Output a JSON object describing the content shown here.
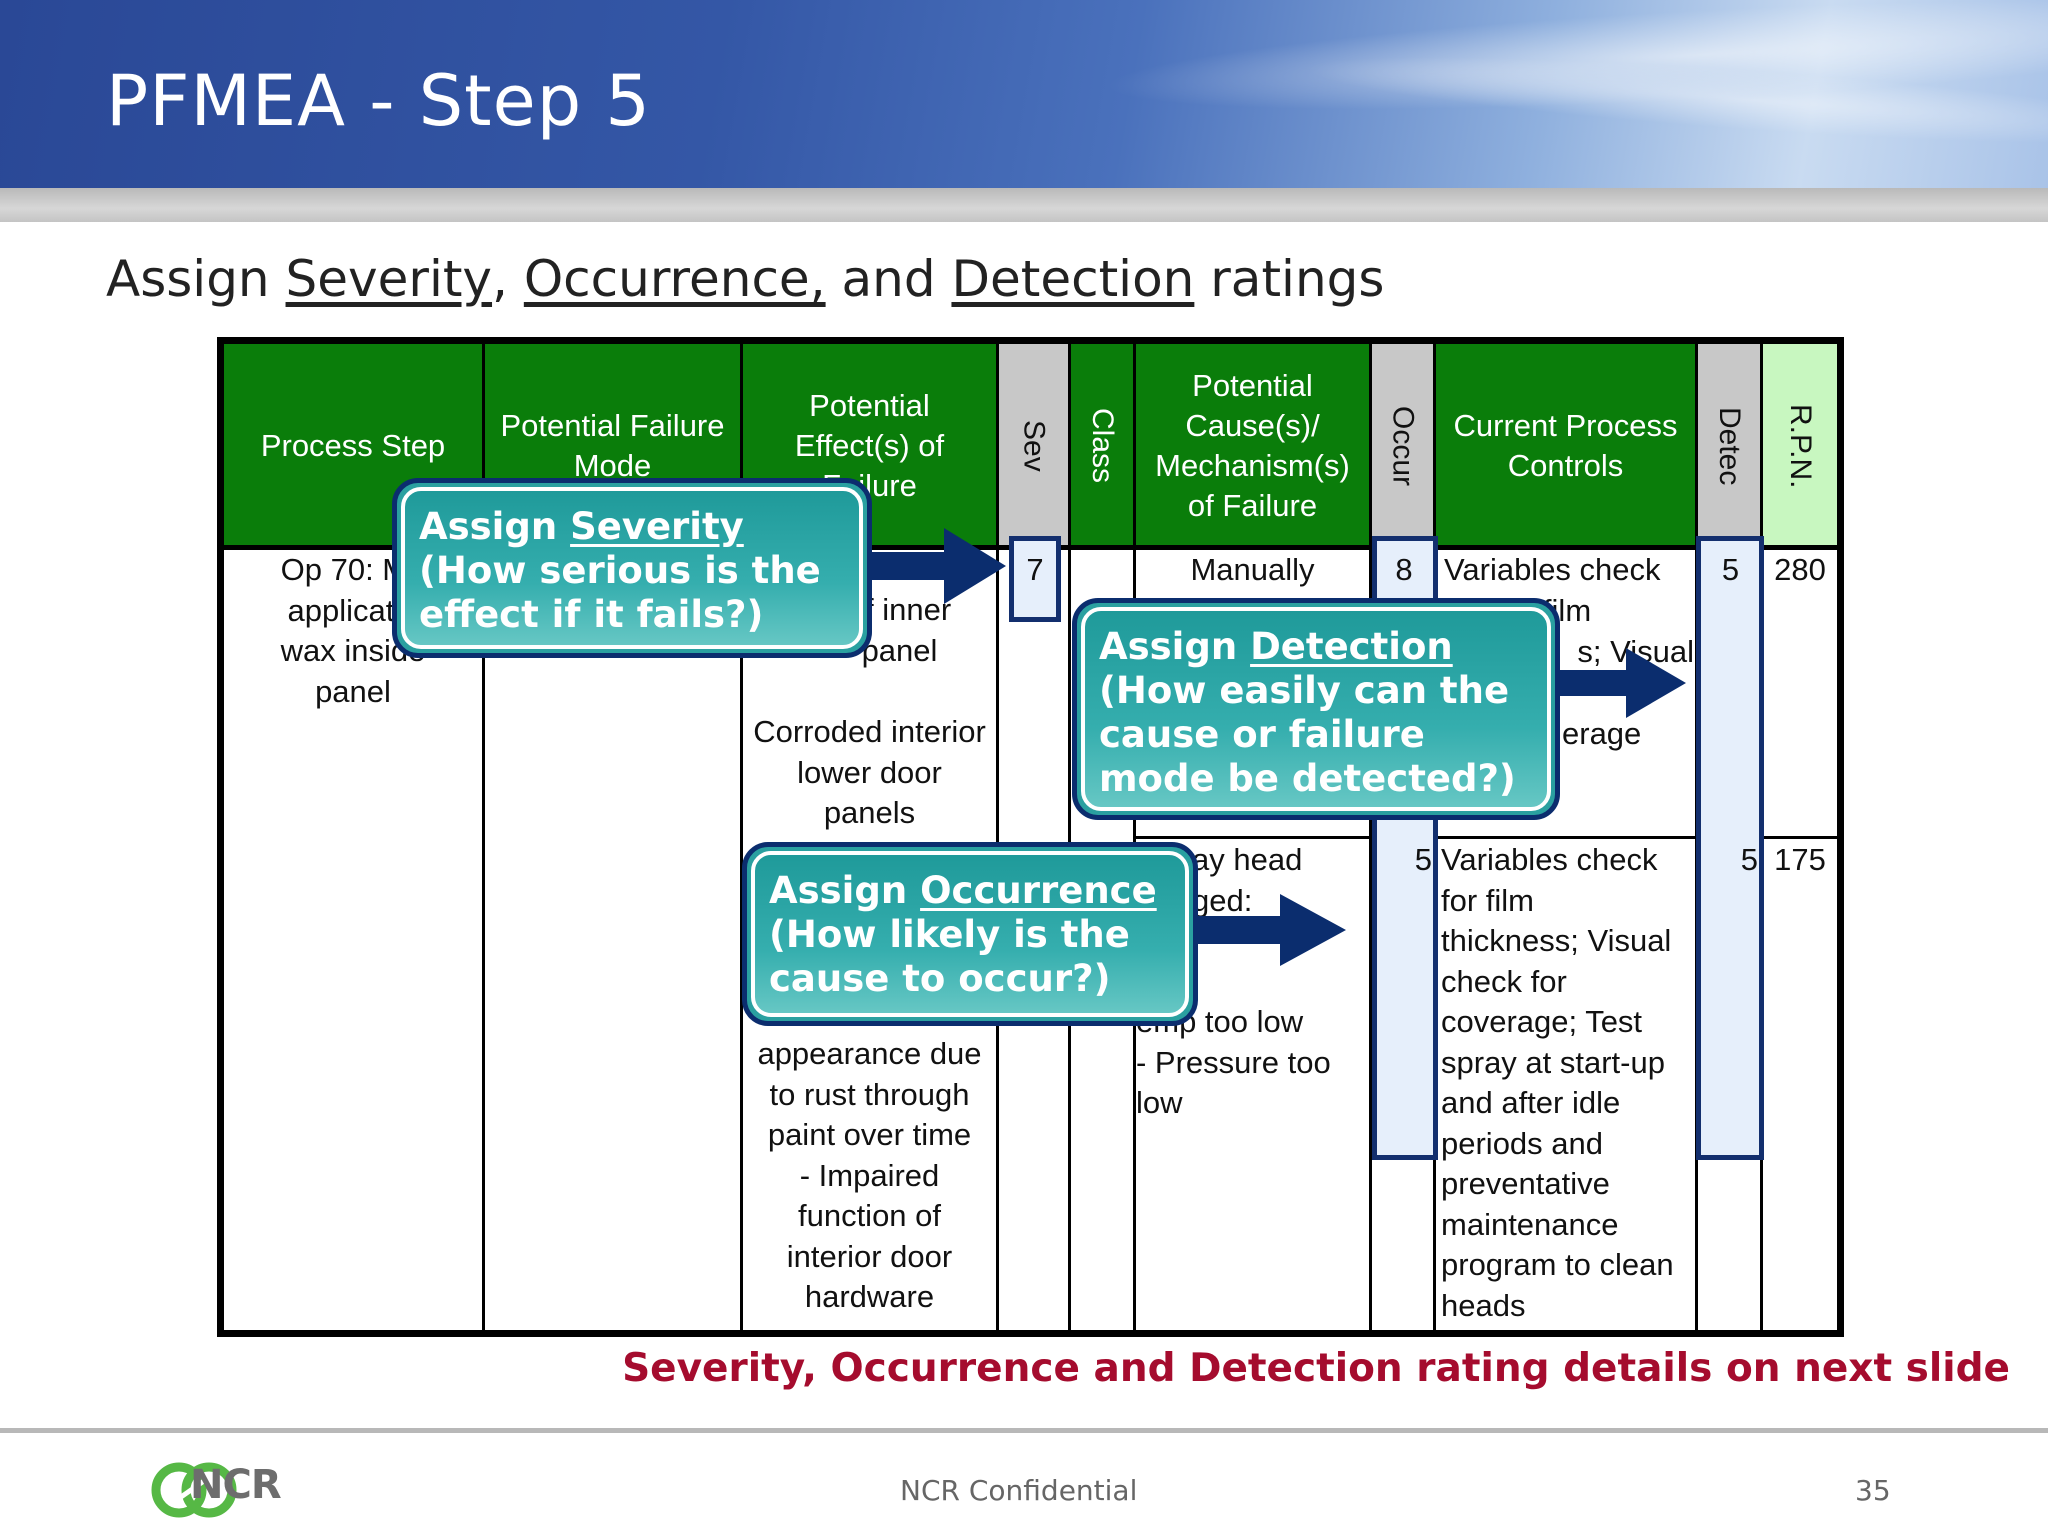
{
  "slide": {
    "title": "PFMEA - Step 5",
    "subtitle_parts": [
      "Assign ",
      "Severity",
      ", ",
      "Occurrence,",
      " and ",
      "Detection",
      " ratings"
    ]
  },
  "table": {
    "headers": {
      "process_step": "Process Step",
      "failure_mode": "Potential Failure\nMode",
      "effects": "Potential\nEffect(s) of\nFailure",
      "sev": "Sev",
      "class": "Class",
      "causes": "Potential\nCause(s)/\nMechanism(s)\nof Failure",
      "occur": "Occur",
      "controls": "Current Process\nControls",
      "detec": "Detec",
      "rpn": "R.P.N."
    },
    "row": {
      "process_step": "Op 70: Ma\napplicatio\nwax inside\npanel",
      "effects_top": "of inner\npanel",
      "effects_mid": "Corroded interior\nlower door\npanels",
      "effects_bottom": "appearance due\nto rust through\npaint over time\n- Impaired\nfunction of\ninterior door\nhardware",
      "sev": "7",
      "cause1": "Manually",
      "occur1": "8",
      "controls1_top": "Variables check",
      "controls1_line2": "r film",
      "controls1_line3": "s; Visual",
      "controls1_line4": "erage",
      "detec1": "5",
      "rpn1": "280",
      "cause2_top": "ay head\nged:",
      "cause2_bottom": "emp too low\n- Pressure too\nlow",
      "occur2": "5",
      "controls2": "Variables check\nfor film\nthickness; Visual\ncheck for\ncoverage; Test\nspray at start-up\nand after idle\nperiods and\npreventative\nmaintenance\nprogram to clean\nheads",
      "detec2": "5",
      "rpn2": "175"
    }
  },
  "callouts": {
    "severity": {
      "lead": "Assign ",
      "keyword": "Severity",
      "rest": "\n(How serious is the\neffect if it fails?)"
    },
    "detection": {
      "lead": "Assign ",
      "keyword": "Detection",
      "rest": "\n(How easily can the\ncause or failure\nmode be detected?)"
    },
    "occurrence": {
      "lead": "Assign ",
      "keyword": "Occurrence",
      "rest": "\n(How likely is the\ncause to occur?)"
    }
  },
  "note": "Severity, Occurrence and Detection rating details on next slide",
  "footer": {
    "logo_text": "NCR",
    "confidential": "NCR Confidential",
    "page_number": "35"
  },
  "colors": {
    "header_green": "#0a7d0a",
    "callout_teal": "#2aa0a0",
    "note_red": "#a50c2e",
    "highlight_navy": "#132f6e"
  }
}
